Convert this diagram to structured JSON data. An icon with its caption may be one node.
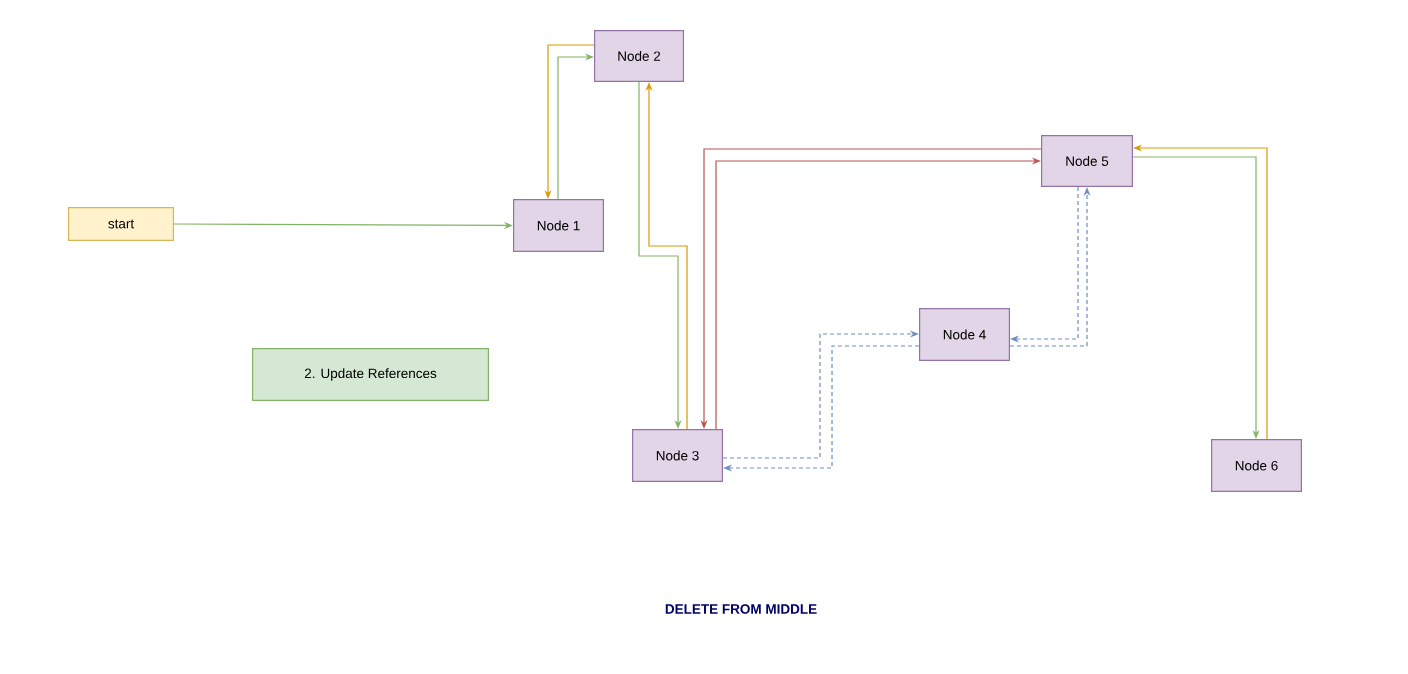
{
  "diagram": {
    "title": "DELETE FROM MIDDLE",
    "nodes": [
      {
        "text": [
          "start"
        ]
      },
      {
        "text": [
          "Node 1"
        ]
      },
      {
        "text": [
          "Node 2"
        ]
      },
      {
        "text": [
          "Node 3"
        ]
      },
      {
        "text": [
          "Node 4"
        ]
      },
      {
        "text": [
          "Node 5"
        ]
      },
      {
        "text": [
          "Node 6"
        ]
      },
      {
        "text": [
          "2. Update References"
        ]
      }
    ],
    "edges": [
      {
        "from": 0,
        "to": 1,
        "arrow": "to"
      },
      {
        "from": 1,
        "to": 2,
        "arrow": "to"
      },
      {
        "from": 2,
        "to": 1,
        "arrow": "to",
        "color": "#d79b00"
      },
      {
        "from": 2,
        "to": 3,
        "arrow": "to"
      },
      {
        "from": 3,
        "to": 2,
        "arrow": "to",
        "color": "#d79b00"
      },
      {
        "from": 3,
        "to": 5,
        "arrow": "to",
        "color": "#b85450"
      },
      {
        "from": 5,
        "to": 3,
        "arrow": "to",
        "color": "#b85450"
      },
      {
        "from": 3,
        "to": 4,
        "arrow": "to",
        "style": "dashed",
        "color": "#6c8ebf"
      },
      {
        "from": 4,
        "to": 3,
        "arrow": "to",
        "style": "dashed",
        "color": "#6c8ebf"
      },
      {
        "from": 4,
        "to": 5,
        "arrow": "to",
        "style": "dashed",
        "color": "#6c8ebf"
      },
      {
        "from": 5,
        "to": 4,
        "arrow": "to",
        "style": "dashed",
        "color": "#6c8ebf"
      },
      {
        "from": 5,
        "to": 6,
        "arrow": "to"
      },
      {
        "from": 6,
        "to": 5,
        "arrow": "to",
        "color": "#d79b00"
      }
    ]
  }
}
